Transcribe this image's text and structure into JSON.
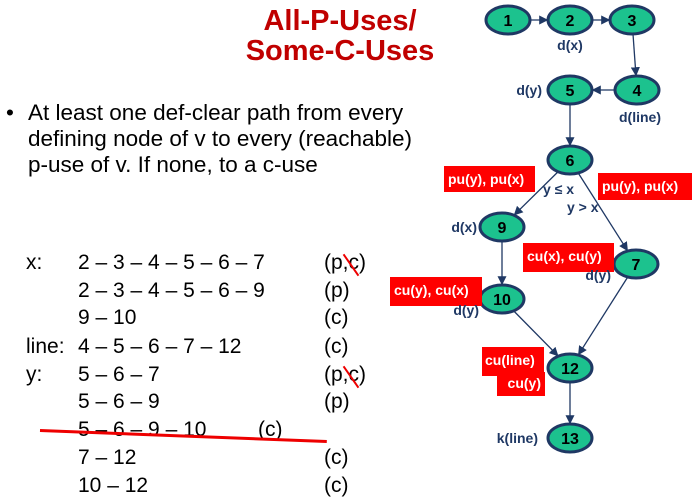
{
  "title": {
    "line1": "All-P-Uses/",
    "line2": "Some-C-Uses"
  },
  "bullet": "At least one def-clear path from every defining node of v to every (reachable) p-use of v. If none, to a c-use",
  "rows": [
    {
      "label": "x:",
      "path": "2 – 3 – 4 – 5 – 6 – 7",
      "kind": "(p,c)"
    },
    {
      "label": "",
      "path": "2 – 3 – 4 – 5 – 6 – 9",
      "kind": "(p)"
    },
    {
      "label": "",
      "path": "9 – 10",
      "kind": "(c)"
    },
    {
      "label": "line:",
      "path": "4 – 5 – 6 – 7 – 12",
      "kind": "(c)"
    },
    {
      "label": "y:",
      "path": "5 – 6 – 7",
      "kind": "(p,c)"
    },
    {
      "label": "",
      "path": "5 – 6 – 9",
      "kind": "(p)"
    },
    {
      "label": "",
      "path": "5 – 6 – 9 – 10",
      "kind": "(c)"
    },
    {
      "label": "",
      "path": "7 – 12",
      "kind": "(c)"
    },
    {
      "label": "",
      "path": "10 – 12",
      "kind": "(c)"
    }
  ],
  "graph": {
    "nodes": [
      "1",
      "2",
      "3",
      "4",
      "5",
      "6",
      "7",
      "9",
      "10",
      "12",
      "13"
    ],
    "annotations": {
      "d2": "d(x)",
      "d5": "d(y)",
      "d4": "d(line)",
      "d9": "d(x)",
      "d7": "d(y)",
      "d10": "d(y)",
      "k13": "k(line)",
      "e69": "y ≤ x",
      "e67": "y > x"
    },
    "red_labels": {
      "p69": "pu(y), pu(x)",
      "p67": "pu(y), pu(x)",
      "c7": "cu(x), cu(y)",
      "c10": "cu(y), cu(x)",
      "c12a": "cu(line)",
      "c12b": "cu(y)"
    }
  },
  "colors": {
    "node_fill": "#1cc28e",
    "node_stroke": "#1f3864",
    "label": "#1f3864",
    "red": "#ff0000",
    "title": "#c00000"
  }
}
